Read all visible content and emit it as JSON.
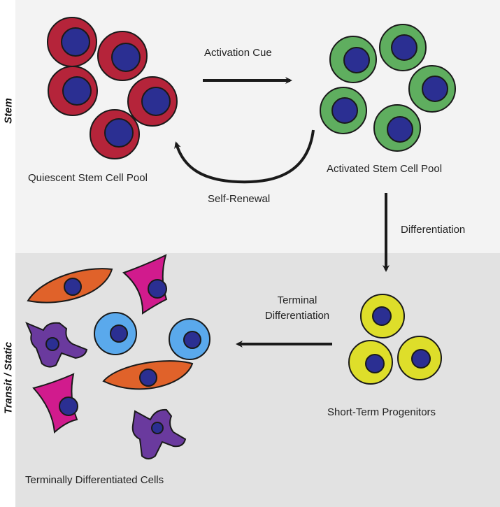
{
  "bands": {
    "stem_label": "Stem",
    "transit_label": "Transit / Static"
  },
  "labels": {
    "quiescent_pool": "Quiescent Stem Cell Pool",
    "activated_pool": "Activated Stem Cell Pool",
    "activation_cue": "Activation Cue",
    "self_renewal": "Self-Renewal",
    "differentiation": "Differentiation",
    "terminal_differentiation_line1": "Terminal",
    "terminal_differentiation_line2": "Differentiation",
    "short_term_progenitors": "Short-Term Progenitors",
    "terminally_differentiated": "Terminally Differentiated Cells"
  },
  "colors": {
    "stem_band": "#f3f3f3",
    "transit_band": "#e2e2e2",
    "quiescent_cell": "#b5243a",
    "activated_cell": "#5fae5f",
    "progenitor_cell": "#dede2a",
    "nucleus": "#2b2f92",
    "orange_cell": "#e0622a",
    "magenta_cell": "#d11b8d",
    "blue_cell": "#5aa9ec",
    "purple_cell": "#6a3a9e",
    "arrow": "#1a1a1a"
  }
}
